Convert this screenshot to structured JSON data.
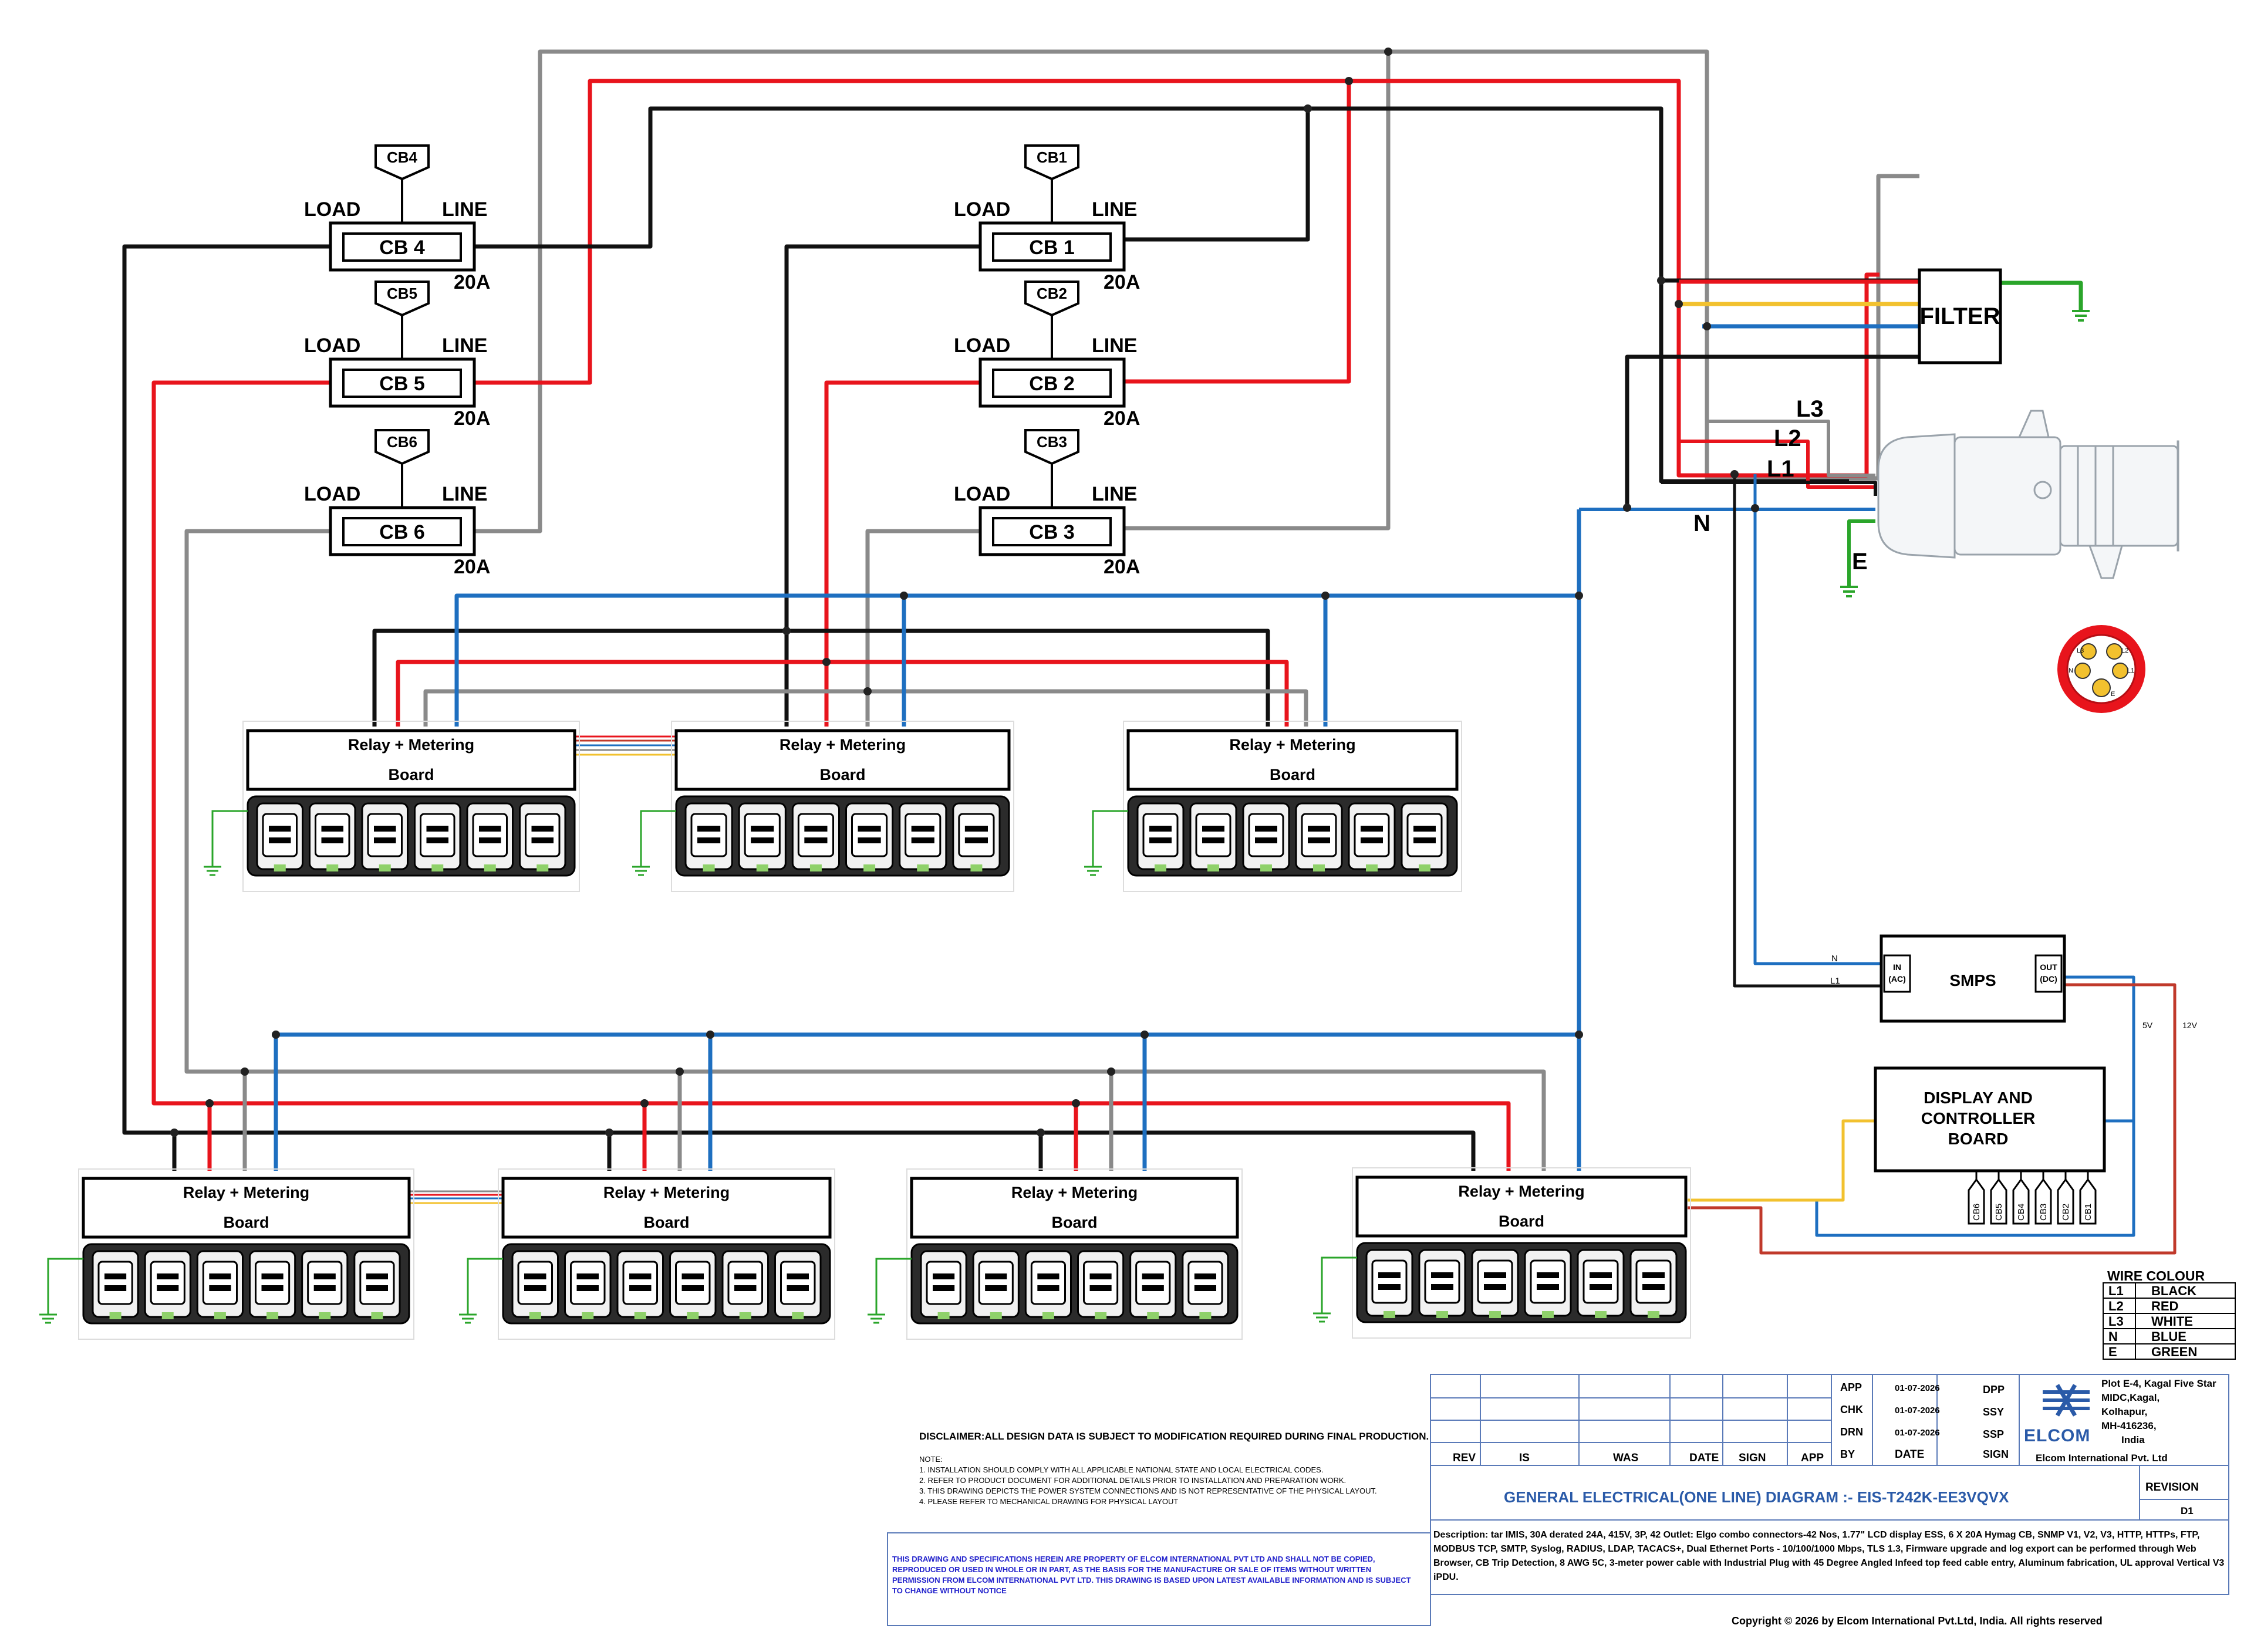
{
  "circuit_breakers": [
    {
      "id": "cb4",
      "tag": "CB4",
      "label": "CB  4",
      "load": "LOAD",
      "line": "LINE",
      "rating": "20A"
    },
    {
      "id": "cb5",
      "tag": "CB5",
      "label": "CB  5",
      "load": "LOAD",
      "line": "LINE",
      "rating": "20A"
    },
    {
      "id": "cb6",
      "tag": "CB6",
      "label": "CB  6",
      "load": "LOAD",
      "line": "LINE",
      "rating": "20A"
    },
    {
      "id": "cb1",
      "tag": "CB1",
      "label": "CB  1",
      "load": "LOAD",
      "line": "LINE",
      "rating": "20A"
    },
    {
      "id": "cb2",
      "tag": "CB2",
      "label": "CB  2",
      "load": "LOAD",
      "line": "LINE",
      "rating": "20A"
    },
    {
      "id": "cb3",
      "tag": "CB3",
      "label": "CB  3",
      "load": "LOAD",
      "line": "LINE",
      "rating": "20A"
    }
  ],
  "board": {
    "line1": "Relay + Metering",
    "line2": "Board"
  },
  "filter": "FILTER",
  "plug": {
    "L1": "L1",
    "L2": "L2",
    "L3": "L3",
    "N": "N",
    "E": "E",
    "pins": [
      "L3",
      "L2",
      "N",
      "L1",
      "E"
    ]
  },
  "smps": {
    "title": "SMPS",
    "in": "IN\n(AC)",
    "in_l1": "IN",
    "in_l2": "(AC)",
    "out_l1": "OUT",
    "out_l2": "(DC)",
    "n": "N",
    "l1": "L1",
    "v5": "5V",
    "v12": "12V"
  },
  "display": {
    "line1": "DISPLAY AND",
    "line2": "CONTROLLER",
    "line3": "BOARD",
    "cb_tags": [
      "CB6",
      "CB5",
      "CB4",
      "CB3",
      "CB2",
      "CB1"
    ]
  },
  "wire_colour": {
    "title": "WIRE COLOUR",
    "rows": [
      {
        "code": "L1",
        "colour": "BLACK"
      },
      {
        "code": "L2",
        "colour": "RED"
      },
      {
        "code": "L3",
        "colour": "WHITE"
      },
      {
        "code": "N",
        "colour": "BLUE"
      },
      {
        "code": "E",
        "colour": "GREEN"
      }
    ]
  },
  "colors": {
    "l1": "#111111",
    "l2": "#e8141c",
    "l3": "#8a8a8a",
    "n": "#1e6fc0",
    "e": "#2aa52a",
    "yellow": "#f2c12e",
    "title_blue": "#2a5aa8"
  },
  "disclaimer": "DISCLAIMER:ALL DESIGN DATA IS SUBJECT TO MODIFICATION REQUIRED DURING FINAL PRODUCTION.",
  "notes": [
    "NOTE:",
    "1. INSTALLATION SHOULD COMPLY WITH ALL APPLICABLE NATIONAL STATE AND LOCAL ELECTRICAL CODES.",
    "2. REFER TO PRODUCT DOCUMENT FOR ADDITIONAL DETAILS PRIOR TO INSTALLATION AND PREPARATION WORK.",
    "3. THIS DRAWING DEPICTS THE POWER SYSTEM CONNECTIONS AND IS NOT REPRESENTATIVE OF THE PHYSICAL LAYOUT.",
    "4. PLEASE REFER TO MECHANICAL DRAWING FOR PHYSICAL LAYOUT"
  ],
  "property_notice": "THIS DRAWING AND SPECIFICATIONS  HEREIN ARE PROPERTY OF ELCOM INTERNATIONAL PVT LTD AND SHALL NOT BE COPIED, REPRODUCED OR USED IN WHOLE OR IN PART, AS THE BASIS FOR THE MANUFACTURE OR SALE OF ITEMS WITHOUT WRITTEN PERMISSION FROM ELCOM INTERNATIONAL PVT LTD. THIS DRAWING IS BASED UPON LATEST AVAILABLE INFORMATION AND IS SUBJECT TO CHANGE WITHOUT NOTICE",
  "title_block": {
    "rev_headers": [
      "REV",
      "IS",
      "WAS",
      "DATE",
      "SIGN",
      "APP"
    ],
    "approvals": [
      {
        "role": "APP",
        "date": "01-07-2026",
        "sign": "DPP"
      },
      {
        "role": "CHK",
        "date": "01-07-2026",
        "sign": "SSY"
      },
      {
        "role": "DRN",
        "date": "01-07-2026",
        "sign": "SSP"
      },
      {
        "role": "BY",
        "date": "DATE",
        "sign": "SIGN"
      }
    ],
    "logo_text": "ELCOM",
    "address": [
      "Plot E-4, Kagal Five Star",
      "MIDC,Kagal,",
      "Kolhapur,",
      "MH-416236,",
      "India"
    ],
    "company": "Elcom International Pvt. Ltd",
    "title": "GENERAL ELECTRICAL(ONE LINE) DIAGRAM :- EIS-T242K-EE3VQVX",
    "revision_label": "REVISION",
    "revision": "D1",
    "description": "Description: tar IMIS, 30A derated 24A, 415V, 3P, 42 Outlet: Elgo combo connectors-42 Nos, 1.77\" LCD display ESS, 6 X 20A  Hymag CB, SNMP V1, V2, V3, HTTP, HTTPs, FTP, MODBUS TCP, SMTP, Syslog, RADIUS, LDAP, TACACS+, Dual Ethernet Ports - 10/100/1000 Mbps, TLS 1.3, Firmware upgrade and log export can be performed through Web Browser, CB Trip Detection, 8 AWG 5C,  3-meter power cable with Industrial Plug with 45 Degree Angled Infeed top feed cable entry, Aluminum fabrication, UL approval Vertical V3 iPDU."
  },
  "copyright": "Copyright © 2026 by Elcom International Pvt.Ltd, India. All rights reserved"
}
